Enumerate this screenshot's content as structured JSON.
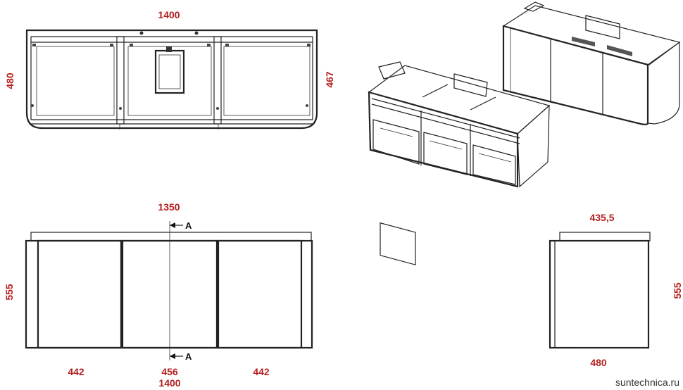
{
  "top_view": {
    "width_label": "1400",
    "depth_left_label": "480",
    "depth_right_label": "467"
  },
  "front_view": {
    "top_width_label": "1350",
    "height_label": "555",
    "section_marker": "A",
    "left_door_label": "442",
    "middle_door_label": "456",
    "right_door_label": "442",
    "total_width_label": "1400"
  },
  "side_view": {
    "top_depth_label": "435,5",
    "height_label": "555",
    "bottom_depth_label": "480"
  },
  "watermark": "suntechnica.ru",
  "colors": {
    "dimension": "#b51f1f",
    "line": "#222222",
    "panel_fill": "#dcdcf0"
  }
}
